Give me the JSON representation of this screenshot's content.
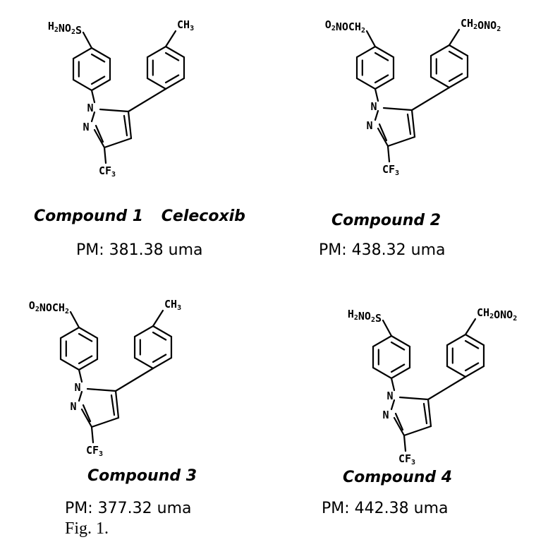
{
  "compounds": [
    {
      "name": "Compound 1",
      "alias": "Celecoxib",
      "mw": "PM: 381.38 uma",
      "left_group": {
        "parts": [
          {
            "t": "H"
          },
          {
            "t": "2",
            "sub": true
          },
          {
            "t": "NO"
          },
          {
            "t": "2",
            "sub": true
          },
          {
            "t": "S"
          }
        ]
      },
      "right_group": {
        "parts": [
          {
            "t": "CH"
          },
          {
            "t": "3",
            "sub": true
          }
        ]
      }
    },
    {
      "name": "Compound 2",
      "alias": "",
      "mw": "PM: 438.32 uma",
      "left_group": {
        "parts": [
          {
            "t": "O"
          },
          {
            "t": "2",
            "sub": true
          },
          {
            "t": "NOCH"
          },
          {
            "t": "2",
            "sub": true
          }
        ]
      },
      "right_group": {
        "parts": [
          {
            "t": "CH"
          },
          {
            "t": "2",
            "sub": true
          },
          {
            "t": "ONO"
          },
          {
            "t": "2",
            "sub": true
          }
        ]
      }
    },
    {
      "name": "Compound 3",
      "alias": "",
      "mw": "PM: 377.32 uma",
      "left_group": {
        "parts": [
          {
            "t": "O"
          },
          {
            "t": "2",
            "sub": true
          },
          {
            "t": "NOCH"
          },
          {
            "t": "2",
            "sub": true
          }
        ]
      },
      "right_group": {
        "parts": [
          {
            "t": "CH"
          },
          {
            "t": "3",
            "sub": true
          }
        ]
      }
    },
    {
      "name": "Compound 4",
      "alias": "",
      "mw": "PM: 442.38 uma",
      "left_group": {
        "parts": [
          {
            "t": "H"
          },
          {
            "t": "2",
            "sub": true
          },
          {
            "t": "NO"
          },
          {
            "t": "2",
            "sub": true
          },
          {
            "t": "S"
          }
        ]
      },
      "right_group": {
        "parts": [
          {
            "t": "CH"
          },
          {
            "t": "2",
            "sub": true
          },
          {
            "t": "ONO"
          },
          {
            "t": "2",
            "sub": true
          }
        ]
      }
    }
  ],
  "atoms": {
    "n1": "N",
    "n2": "N",
    "cf3": {
      "parts": [
        {
          "t": "CF"
        },
        {
          "t": "3",
          "sub": true
        }
      ]
    }
  },
  "figure_caption": "Fig. 1."
}
